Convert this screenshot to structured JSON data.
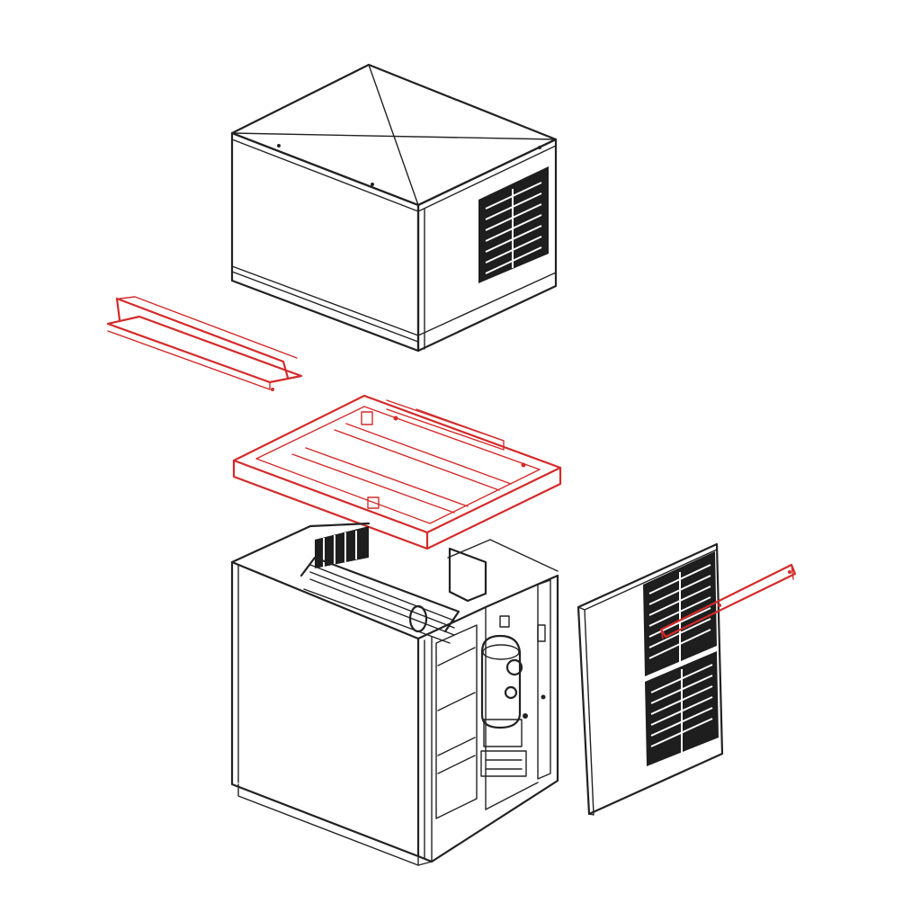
{
  "diagram": {
    "kind": "exploded-assembly",
    "colors": {
      "line": "#222222",
      "highlight": "#d42a2a",
      "vent": "#1e1e1e",
      "background": "#ffffff"
    },
    "parts": [
      {
        "id": "top-cover",
        "highlighted": false
      },
      {
        "id": "side-rail-bracket",
        "highlighted": true
      },
      {
        "id": "top-frame",
        "highlighted": true
      },
      {
        "id": "base-cabinet",
        "highlighted": false
      },
      {
        "id": "side-panel",
        "highlighted": false
      },
      {
        "id": "side-panel-rail",
        "highlighted": true
      }
    ]
  }
}
